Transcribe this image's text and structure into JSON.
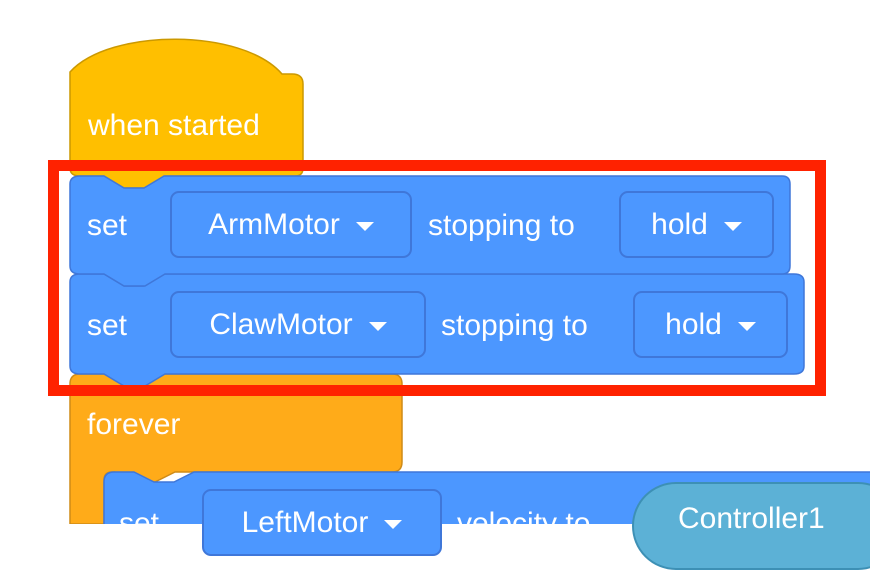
{
  "colors": {
    "event_yellow": "#ffbf00",
    "control_orange": "#ffab19",
    "motion_blue": "#4c97ff",
    "sensing_teal": "#5cb1d6",
    "highlight_red": "#ff2200"
  },
  "hat_block": {
    "label": "when started"
  },
  "stop_blocks": [
    {
      "verb": "set",
      "motor": "ArmMotor",
      "middle": "stopping to",
      "mode": "hold"
    },
    {
      "verb": "set",
      "motor": "ClawMotor",
      "middle": "stopping to",
      "mode": "hold"
    }
  ],
  "forever_block": {
    "label": "forever"
  },
  "inner_block": {
    "verb": "set",
    "motor": "LeftMotor",
    "middle": "velocity to",
    "reporter": "Controller1"
  }
}
